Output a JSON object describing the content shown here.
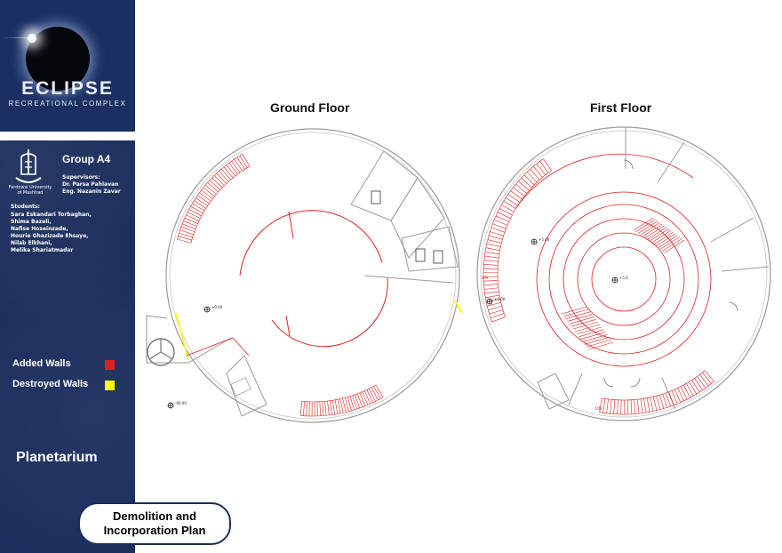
{
  "brand": {
    "title": "ECLIPSE",
    "subtitle": "RECREATIONAL COMPLEX"
  },
  "university": {
    "caption_line1": "Ferdowsi University",
    "caption_line2": "of Mashhad"
  },
  "group": {
    "name": "Group A4"
  },
  "supervisors": {
    "title": "Supervisors:",
    "names": [
      "Dr. Parsa Pahlavan",
      "Eng. Nazanin Zavar"
    ]
  },
  "students": {
    "title": "Students:",
    "names": [
      "Sara Eskandari Torbaghan,",
      "Shima Bazeli,",
      "Nafise Hoseinzade,",
      "Hourie Ghazizade Ehsaye,",
      "Nilab Elkhani,",
      "Melika Shariatmadar"
    ]
  },
  "legend": {
    "items": [
      {
        "label": "Added Walls",
        "color": "#e02020"
      },
      {
        "label": "Destroyed Walls",
        "color": "#ffff00"
      }
    ]
  },
  "project": {
    "name": "Planetarium"
  },
  "plan": {
    "line1": "Demolition and",
    "line2": "Incorporation Plan"
  },
  "floors": {
    "ground": {
      "title": "Ground Floor",
      "levels": [
        "±0.00",
        "-00.00"
      ]
    },
    "first": {
      "title": "First Floor",
      "levels": [
        "+5.00",
        "+5.00",
        "+5.0"
      ],
      "tags": [
        "DN",
        "DN"
      ]
    }
  },
  "colors": {
    "sidebar": "#1a2d5c",
    "wall": "#9a9a9a",
    "added": "#e02020",
    "destroyed": "#ffff00"
  }
}
